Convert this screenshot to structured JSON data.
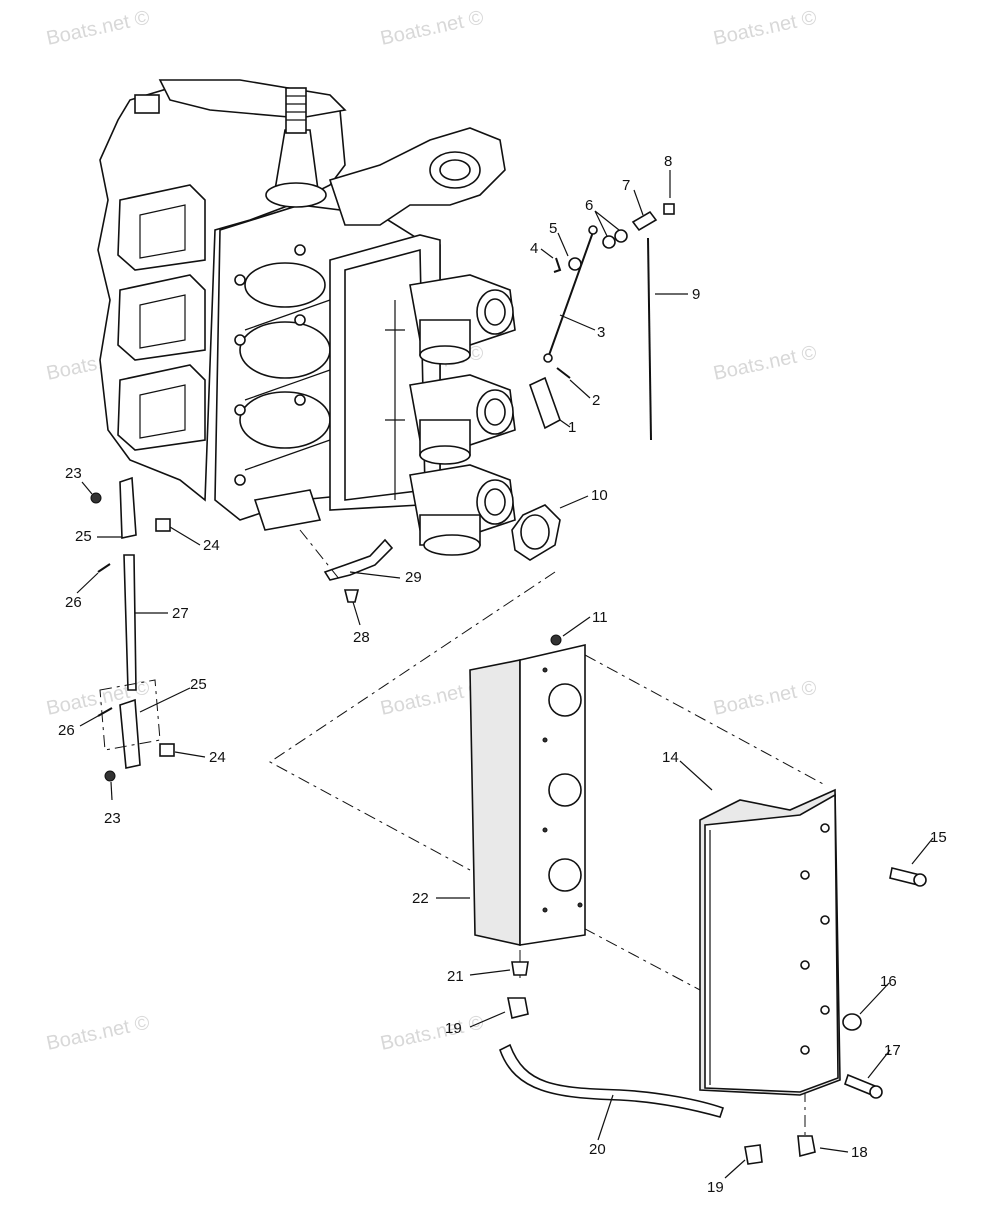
{
  "watermark": "Boats.net ©",
  "callouts": {
    "c1": "1",
    "c2": "2",
    "c3": "3",
    "c4": "4",
    "c5": "5",
    "c6": "6",
    "c7": "7",
    "c8": "8",
    "c9": "9",
    "c10": "10",
    "c11": "11",
    "c14": "14",
    "c15": "15",
    "c16": "16",
    "c17": "17",
    "c18": "18",
    "c19a": "19",
    "c19b": "19",
    "c20": "20",
    "c21": "21",
    "c22": "22",
    "c23a": "23",
    "c23b": "23",
    "c24a": "24",
    "c24b": "24",
    "c25a": "25",
    "c25b": "25",
    "c26a": "26",
    "c26b": "26",
    "c27": "27",
    "c28": "28",
    "c29": "29"
  }
}
